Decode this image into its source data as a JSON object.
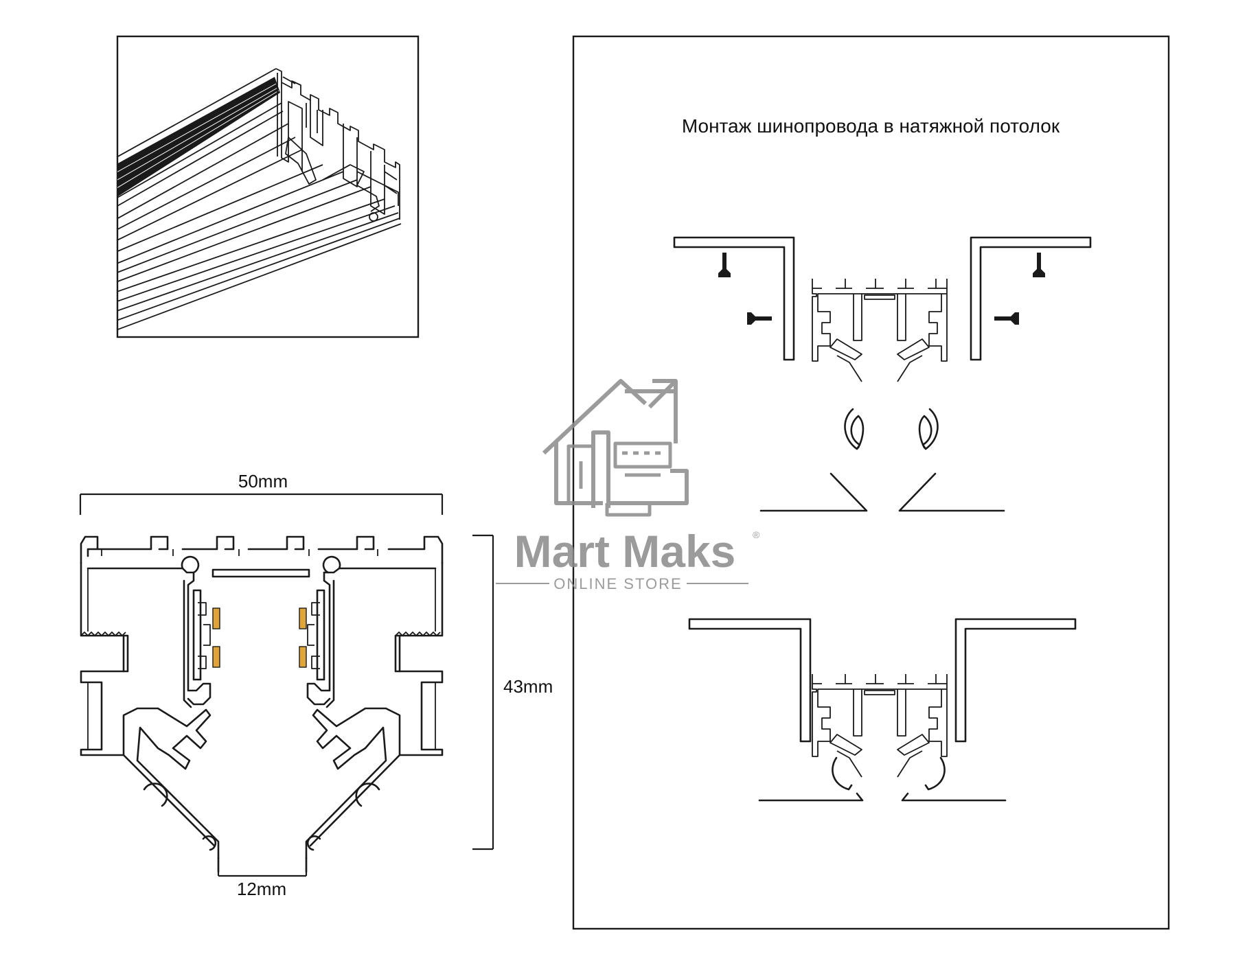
{
  "installation_title": "Монтаж шинопровода в натяжной потолок",
  "dimensions": {
    "width": "50mm",
    "height": "43mm",
    "slot": "12mm"
  },
  "watermark": {
    "brand": "Mart Maks",
    "registered": "®",
    "tagline": "ONLINE STORE"
  },
  "colors": {
    "line": "#1a1a1a",
    "contact": "#e0a53a",
    "watermark": "#8a8a8a"
  }
}
